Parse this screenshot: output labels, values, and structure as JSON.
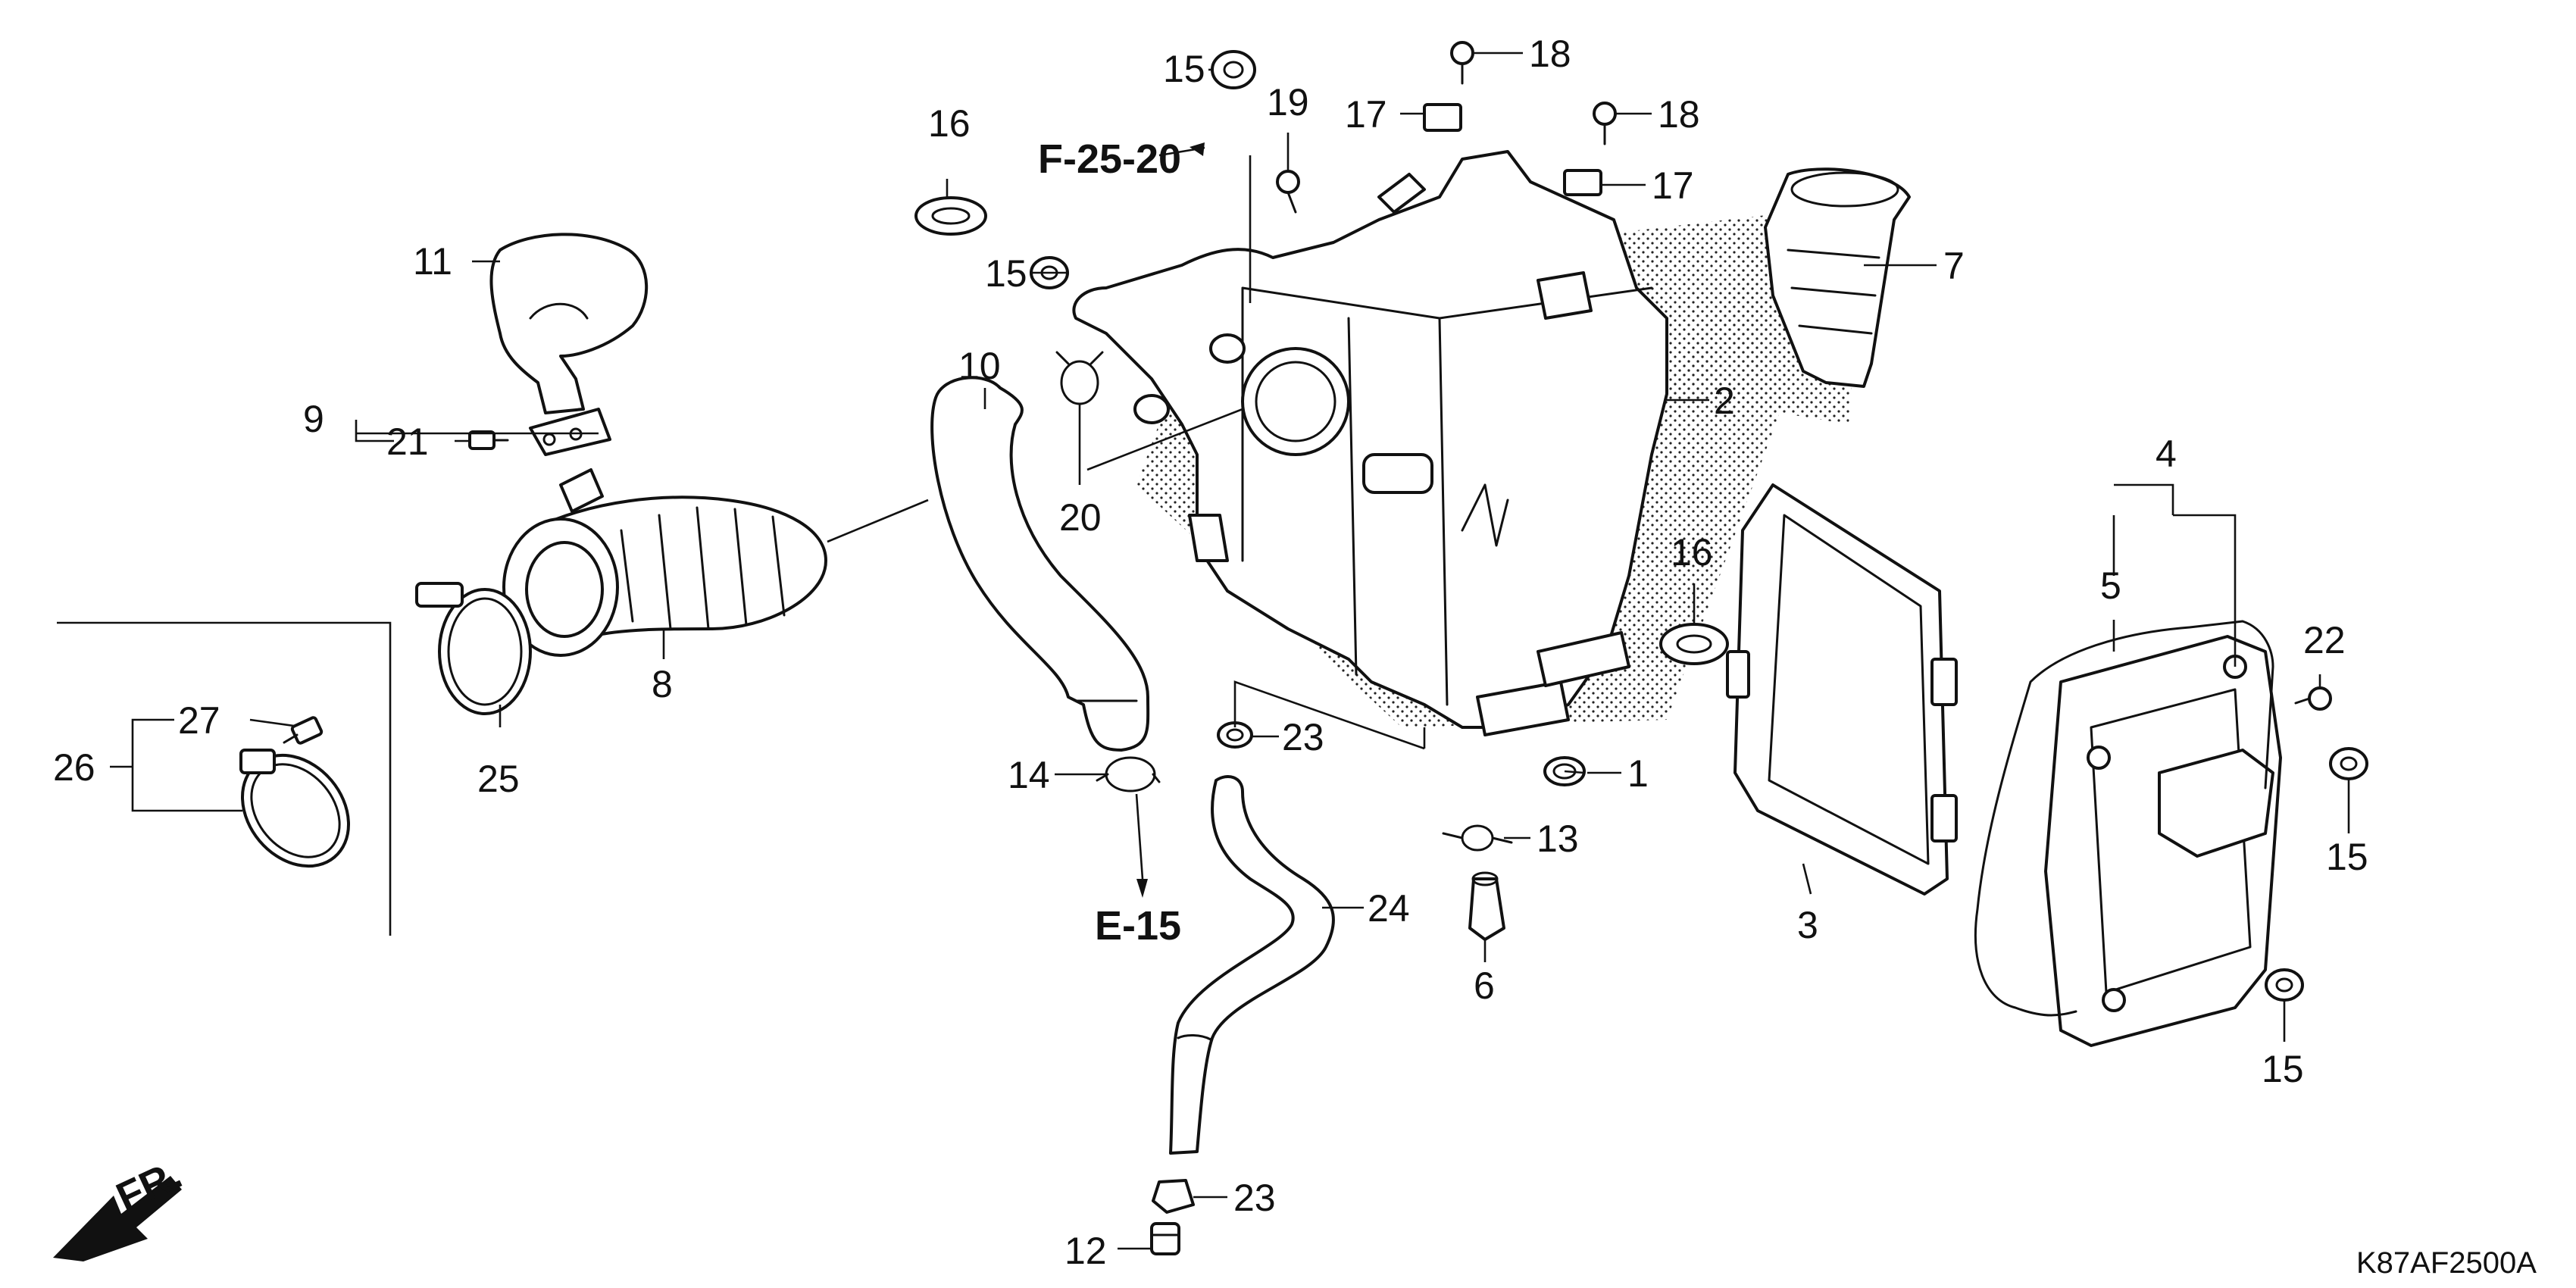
{
  "diagram_code": "K87AF2500A",
  "direction_label": "FR.",
  "references": [
    {
      "id": "ref-f-25-20",
      "text": "F-25-20"
    },
    {
      "id": "ref-e-15",
      "text": "E-15"
    }
  ],
  "callouts": [
    {
      "label": "1"
    },
    {
      "label": "2"
    },
    {
      "label": "3"
    },
    {
      "label": "4"
    },
    {
      "label": "5"
    },
    {
      "label": "6"
    },
    {
      "label": "7"
    },
    {
      "label": "8"
    },
    {
      "label": "9"
    },
    {
      "label": "10"
    },
    {
      "label": "11"
    },
    {
      "label": "12"
    },
    {
      "label": "13"
    },
    {
      "label": "14"
    },
    {
      "label": "15"
    },
    {
      "label": "15"
    },
    {
      "label": "15"
    },
    {
      "label": "15"
    },
    {
      "label": "16"
    },
    {
      "label": "16"
    },
    {
      "label": "17"
    },
    {
      "label": "17"
    },
    {
      "label": "18"
    },
    {
      "label": "18"
    },
    {
      "label": "19"
    },
    {
      "label": "20"
    },
    {
      "label": "21"
    },
    {
      "label": "22"
    },
    {
      "label": "23"
    },
    {
      "label": "23"
    },
    {
      "label": "24"
    },
    {
      "label": "25"
    },
    {
      "label": "26"
    },
    {
      "label": "27"
    }
  ],
  "colors": {
    "ink": "#111111",
    "paper": "#ffffff"
  }
}
